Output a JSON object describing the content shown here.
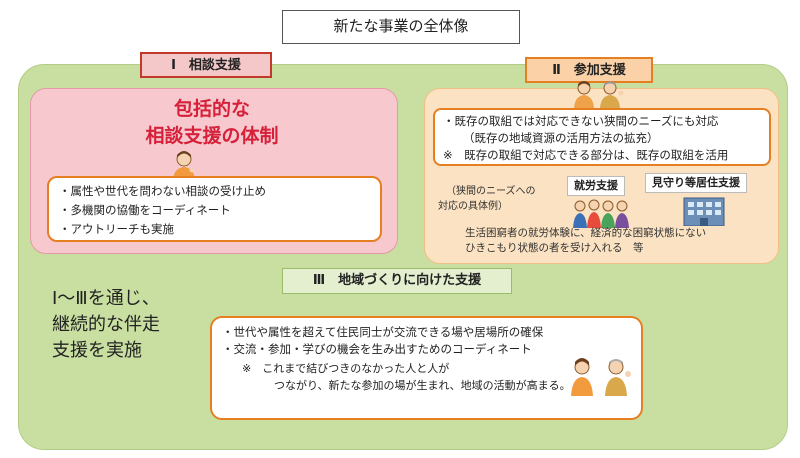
{
  "title": "新たな事業の全体像",
  "section1": {
    "label": "Ⅰ　相談支援",
    "heading_line1": "包括的な",
    "heading_line2": "相談支援の体制",
    "items": [
      "・属性や世代を問わない相談の受け止め",
      "・多機関の協働をコーディネート",
      "・アウトリーチも実施"
    ]
  },
  "section2": {
    "label": "Ⅱ　参加支援",
    "box_line1": "・既存の取組では対応できない狭間のニーズにも対応",
    "box_line2": "（既存の地域資源の活用方法の拡充）",
    "box_line3": "※　既存の取組で対応できる部分は、既存の取組を活用",
    "example_line1": "（狭間のニーズへの",
    "example_line2": "対応の具体例）",
    "tag_employment": "就労支援",
    "tag_housing": "見守り等居住支援",
    "footer_line1": "生活困窮者の就労体験に、経済的な困窮状態にない",
    "footer_line2": "ひきこもり状態の者を受け入れる　等"
  },
  "section3": {
    "label": "Ⅲ　地域づくりに向けた支援",
    "items": [
      "・世代や属性を超えて住民同士が交流できる場や居場所の確保",
      "・交流・参加・学びの機会を生み出すためのコーディネート"
    ],
    "note_line1": "※　これまで結びつきのなかった人と人が",
    "note_line2": "つながり、新たな参加の場が生まれ、地域の活動が高まる。"
  },
  "side": {
    "line1": "Ⅰ～Ⅲを通じ、",
    "line2": "継続的な伴走",
    "line3": "支援を実施"
  },
  "colors": {
    "outer_bg": "#c9dfa1",
    "pink_panel": "#f7c9cf",
    "pink_title": "#d6213a",
    "orange_panel": "#fbe2c2",
    "orange_border": "#e67e22"
  },
  "icons": [
    "woman-consultant-icon",
    "two-people-icon",
    "group-people-icon",
    "apartment-building-icon",
    "community-people-icon"
  ]
}
